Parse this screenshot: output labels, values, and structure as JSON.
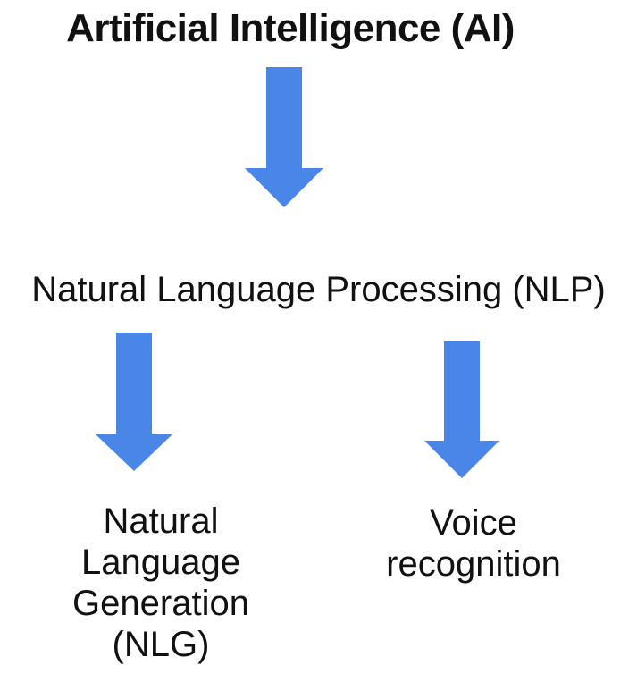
{
  "nodes": {
    "root": "Artificial Intelligence (AI)",
    "middle": "Natural Language Processing (NLP)",
    "leaf_left": [
      "Natural",
      "Language",
      "Generation",
      "(NLG)"
    ],
    "leaf_right": [
      "Voice",
      "recognition"
    ]
  },
  "edges": [
    {
      "from": "root",
      "to": "middle"
    },
    {
      "from": "middle",
      "to": "leaf_left"
    },
    {
      "from": "middle",
      "to": "leaf_right"
    }
  ],
  "colors": {
    "arrow": "#4A86E8",
    "text": "#111111",
    "background": "#ffffff"
  }
}
